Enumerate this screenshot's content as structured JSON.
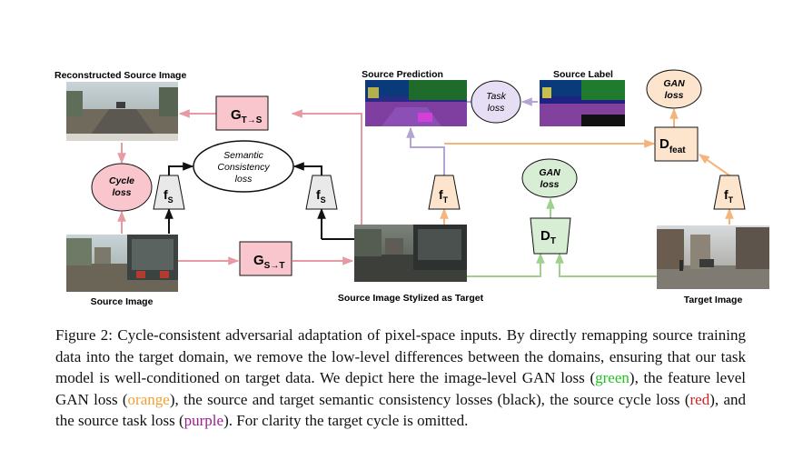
{
  "labels": {
    "reconstructed": "Reconstructed Source Image",
    "source_image": "Source Image",
    "stylized": "Source Image Stylized as Target",
    "target_image": "Target Image",
    "source_prediction": "Source Prediction",
    "source_label": "Source Label"
  },
  "nodes": {
    "g_ts": {
      "main": "G",
      "sub": "T→S"
    },
    "g_st": {
      "main": "G",
      "sub": "S→T"
    },
    "d_feat": {
      "main": "D",
      "sub": "feat"
    },
    "d_t": {
      "main": "D",
      "sub": "T"
    },
    "f_s": {
      "main": "f",
      "sub": "S"
    },
    "f_t": {
      "main": "f",
      "sub": "T"
    }
  },
  "losses": {
    "cycle": {
      "line1": "Cycle",
      "line2": "loss"
    },
    "semantic": {
      "line1": "Semantic",
      "line2": "Consistency",
      "line3": "loss"
    },
    "task": {
      "line1": "Task",
      "line2": "loss"
    },
    "gan_image": {
      "line1": "GAN",
      "line2": "loss"
    },
    "gan_feat": {
      "line1": "GAN",
      "line2": "loss"
    }
  },
  "caption": {
    "p1": "Figure 2: Cycle-consistent adversarial adaptation of pixel-space inputs. By directly remapping source training data into the target domain, we remove the low-level differences between the domains, ensuring that our task model is well-conditioned on target data. We depict here the image-level GAN loss (",
    "green": "green",
    "p2": "), the feature level GAN loss (",
    "orange": "orange",
    "p3": "), the source and target semantic consistency losses (black), the source cycle loss (",
    "red": "red",
    "p4": "), and the source task loss (",
    "purple": "purple",
    "p5": "). For clarity the target cycle is omitted."
  },
  "colors": {
    "red_box": "#f8c6cc",
    "red_line": "#e89aa2",
    "green_fill": "#d8eed4",
    "green_line": "#9fd08e",
    "orange_fill": "#fde5cd",
    "orange_line": "#f4b47c",
    "purple_fill": "#e2daf0",
    "purple_line": "#b4a4d4",
    "gray_fill": "#e9e9e9",
    "task_fill": "#e6def4"
  }
}
